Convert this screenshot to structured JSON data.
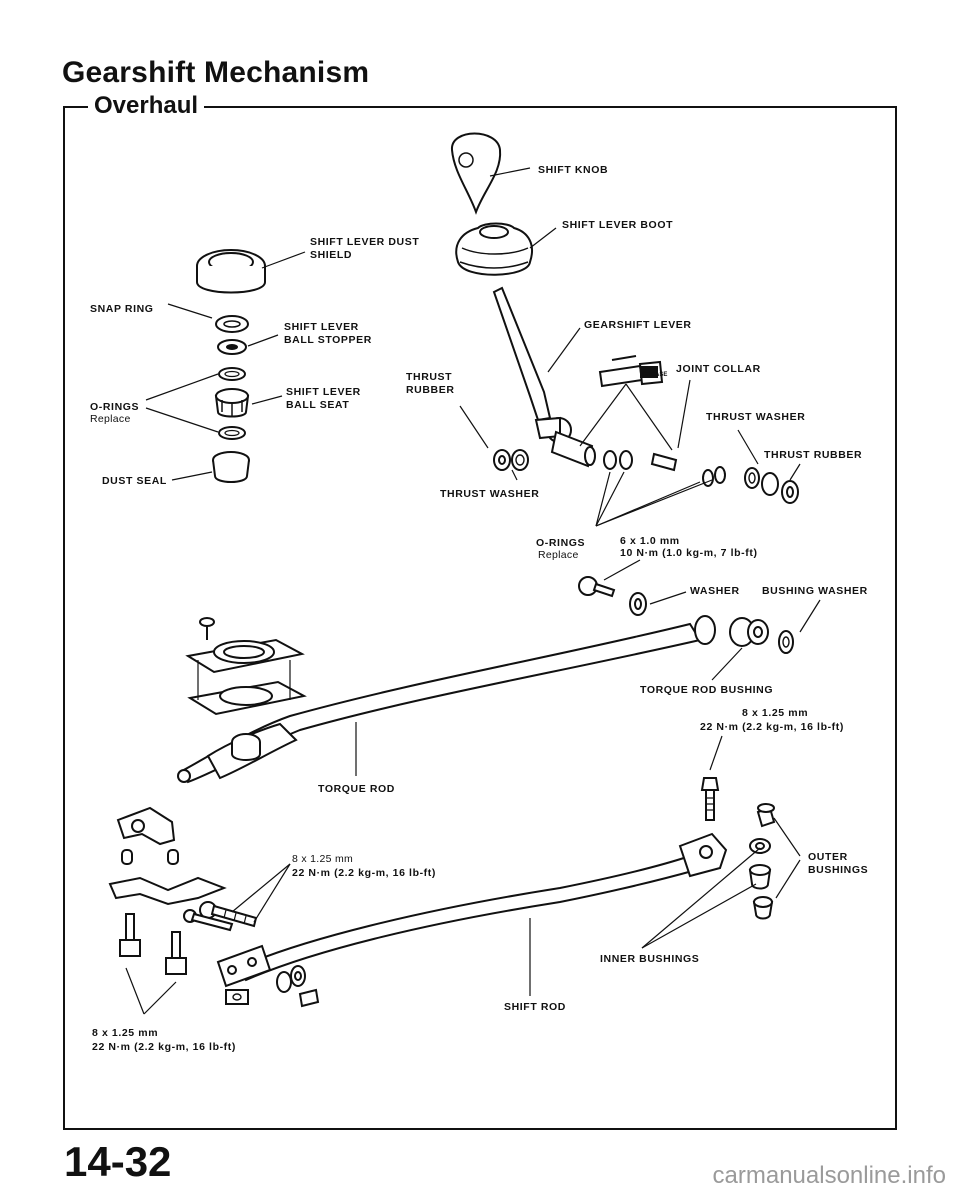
{
  "header": {
    "title": "Gearshift Mechanism",
    "subtitle": "Overhaul"
  },
  "footer": {
    "page_number": "14-32",
    "watermark": "carmanualsonline.info"
  },
  "labels": {
    "shift_knob": "SHIFT KNOB",
    "shift_lever_boot": "SHIFT LEVER BOOT",
    "shift_lever_dust_shield_1": "SHIFT LEVER DUST",
    "shift_lever_dust_shield_2": "SHIELD",
    "snap_ring": "SNAP RING",
    "ball_stopper_1": "SHIFT LEVER",
    "ball_stopper_2": "BALL STOPPER",
    "gearshift_lever": "GEARSHIFT LEVER",
    "o_rings_left": "O-RINGS",
    "o_rings_left_note": "Replace",
    "ball_seat_1": "SHIFT LEVER",
    "ball_seat_2": "BALL SEAT",
    "thrust_rubber_left_1": "THRUST",
    "thrust_rubber_left_2": "RUBBER",
    "joint_collar": "JOINT COLLAR",
    "grease": "GREASE",
    "thrust_washer_right": "THRUST WASHER",
    "thrust_rubber_right": "THRUST RUBBER",
    "dust_seal": "DUST SEAL",
    "thrust_washer_left": "THRUST WASHER",
    "o_rings_center": "O-RINGS",
    "o_rings_center_note": "Replace",
    "spec_6x10_size": "6 x 1.0 mm",
    "spec_6x10_torque": "10 N·m (1.0 kg-m, 7 lb-ft)",
    "washer": "WASHER",
    "bushing_washer": "BUSHING WASHER",
    "torque_rod_bushing": "TORQUE ROD BUSHING",
    "spec_right_size": "8 x 1.25 mm",
    "spec_right_torque": "22 N·m (2.2 kg-m, 16 lb-ft)",
    "torque_rod": "TORQUE ROD",
    "spec_mid_size": "8 x 1.25 mm",
    "spec_mid_torque": "22 N·m (2.2 kg-m, 16 lb-ft)",
    "outer_bushings_1": "OUTER",
    "outer_bushings_2": "BUSHINGS",
    "inner_bushings": "INNER BUSHINGS",
    "shift_rod": "SHIFT ROD",
    "spec_bottom_size": "8 x 1.25 mm",
    "spec_bottom_torque": "22 N·m (2.2 kg-m, 16 lb-ft)"
  }
}
